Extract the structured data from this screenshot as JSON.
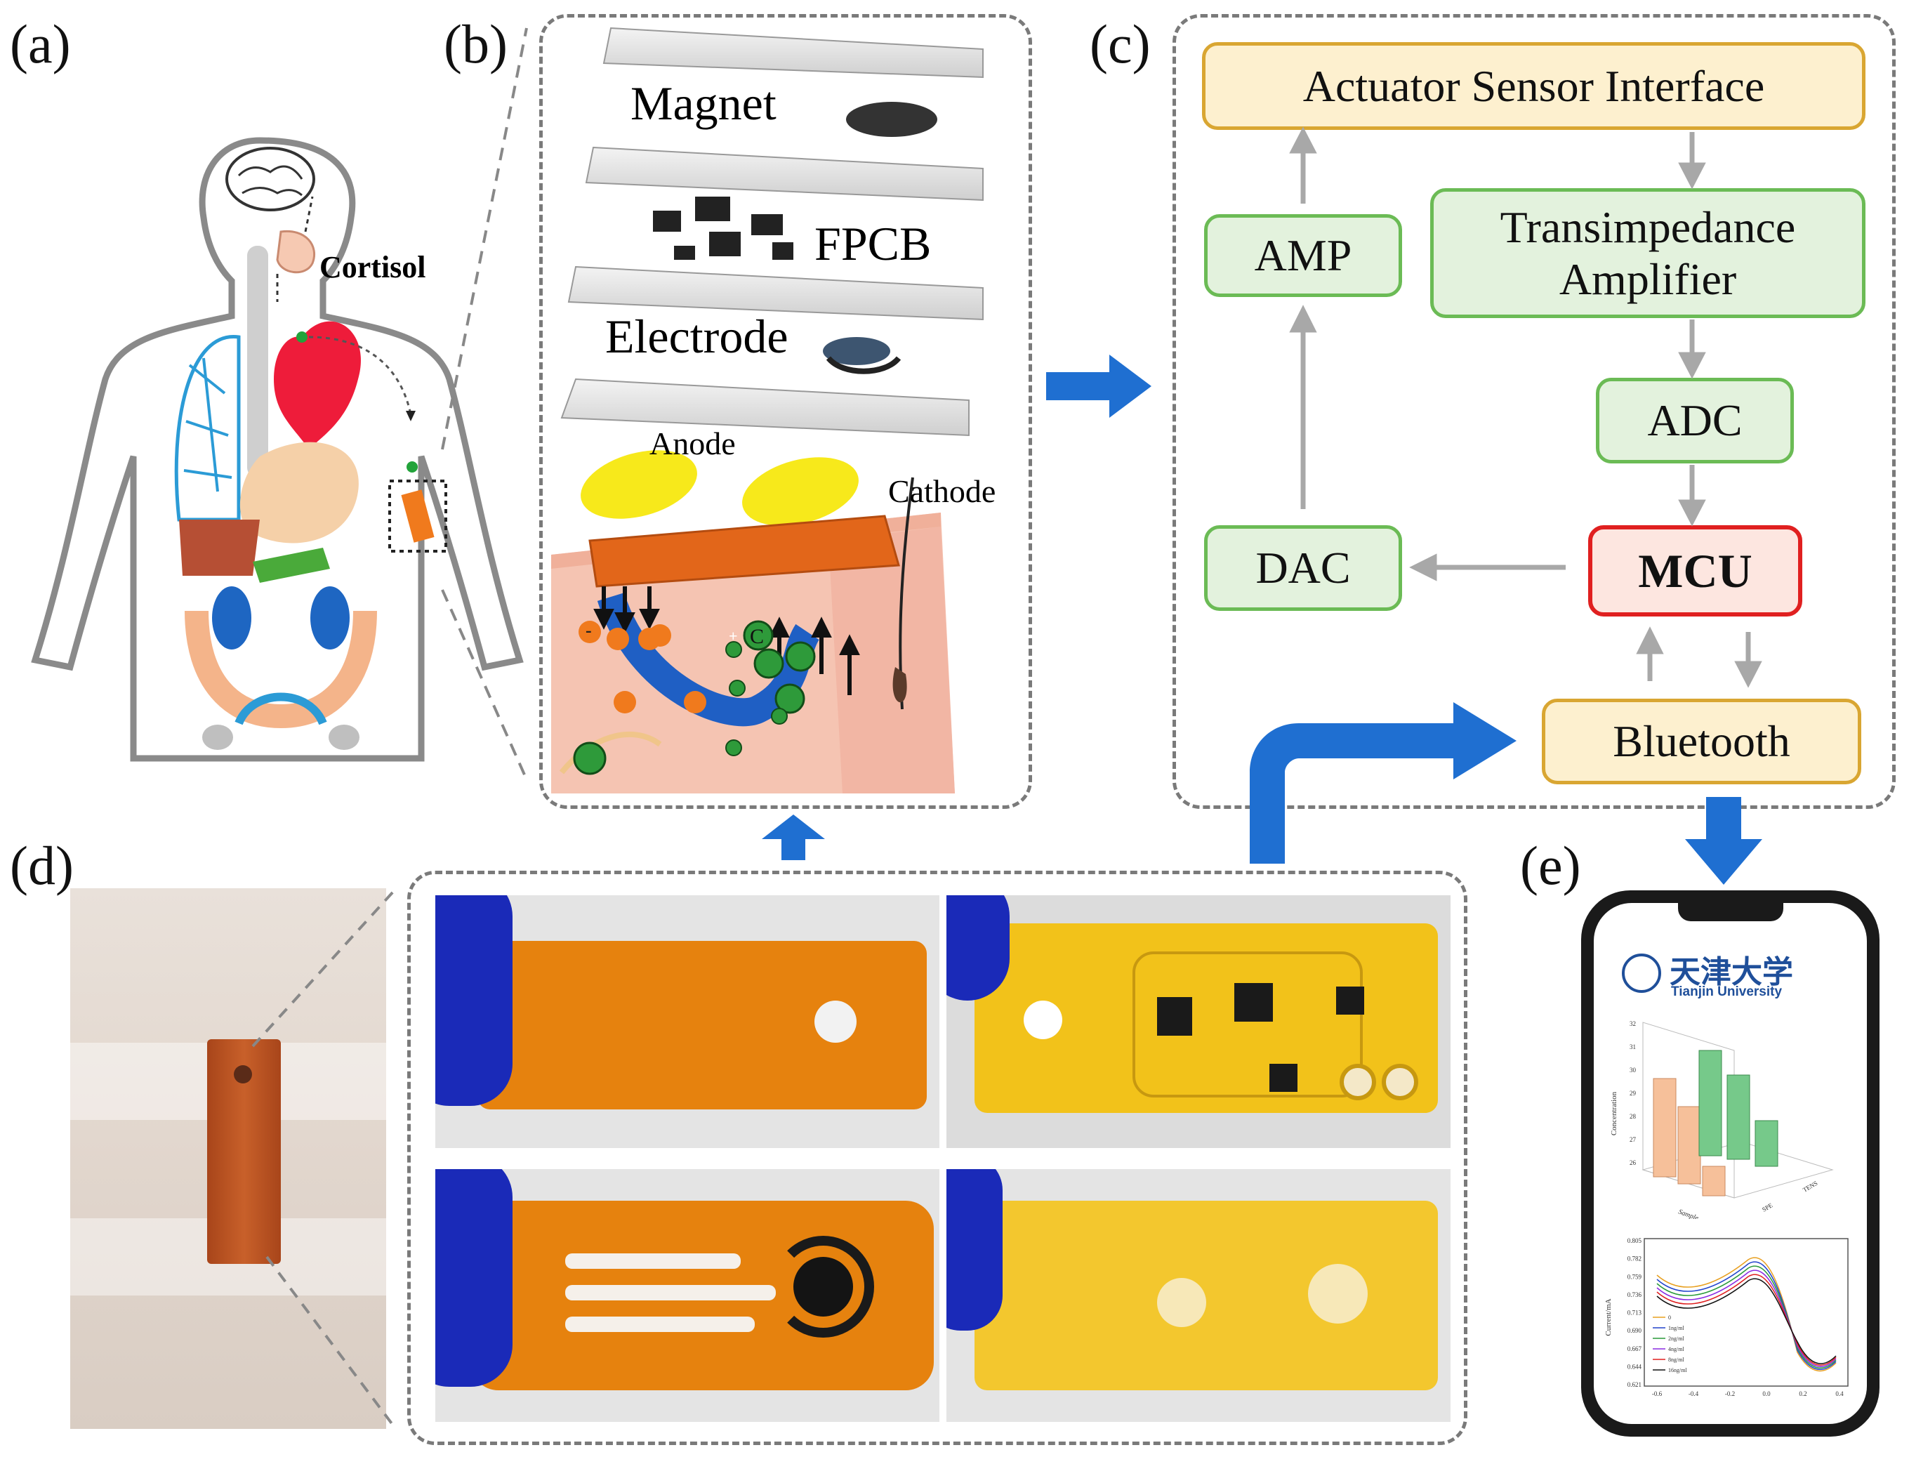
{
  "panels": {
    "a": "(a)",
    "b": "(b)",
    "c": "(c)",
    "d": "(d)",
    "e": "(e)"
  },
  "panel_a": {
    "hormone_label": "Cortisol"
  },
  "panel_b": {
    "layers": {
      "magnet": "Magnet",
      "fpcb": "FPCB",
      "electrode": "Electrode"
    },
    "anode": "Anode",
    "cathode": "Cathode",
    "ion_symbols": {
      "minus": "-",
      "plus": "+",
      "cortisol": "C"
    }
  },
  "panel_c": {
    "actuator": "Actuator Sensor Interface",
    "amp": "AMP",
    "tia_line1": "Transimpedance",
    "tia_line2": "Amplifier",
    "adc": "ADC",
    "dac": "DAC",
    "mcu": "MCU",
    "bluetooth": "Bluetooth"
  },
  "panel_e": {
    "logo_cn": "天津大学",
    "logo_en": "Tianjin University",
    "bar_chart": {
      "ylabel": "Concentration",
      "xlabel": "Sample",
      "yticks": [
        "32",
        "31",
        "30",
        "29",
        "28",
        "27",
        "26"
      ],
      "zlabels": [
        "SPE",
        "TENS"
      ]
    },
    "line_chart": {
      "ylabel": "Current/mA",
      "yticks": [
        "0.805",
        "0.782",
        "0.759",
        "0.736",
        "0.713",
        "0.690",
        "0.667",
        "0.644",
        "0.621"
      ],
      "xticks": [
        "-0.6",
        "-0.4",
        "-0.2",
        "0.0",
        "0.2",
        "0.4"
      ],
      "legend": [
        "0",
        "1ng/ml",
        "2ng/ml",
        "4ng/ml",
        "8ng/ml",
        "16ng/ml"
      ]
    }
  },
  "colors": {
    "arrow_blue": "#1f6fd1",
    "box_yellow_border": "#d9a632",
    "box_green_border": "#6bbb55",
    "mcu_red": "#e02020",
    "patch_orange": "#e8731c",
    "fpcb_yellow": "#f2c21a"
  }
}
